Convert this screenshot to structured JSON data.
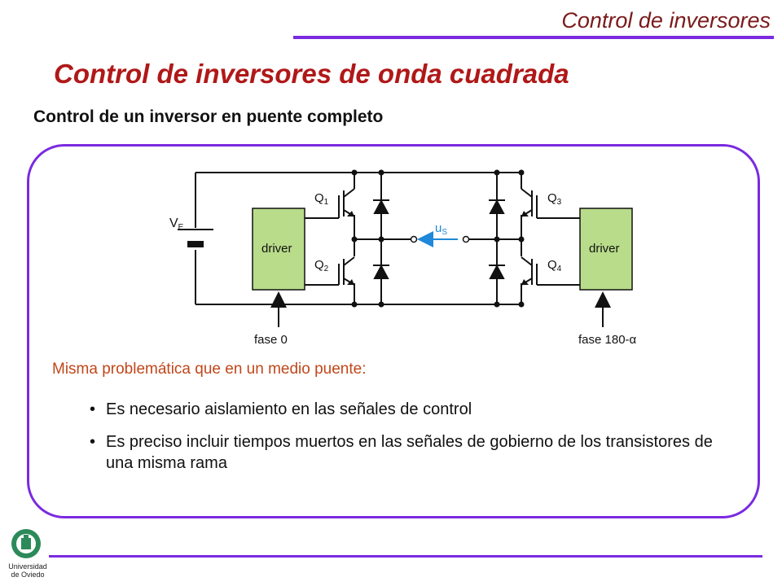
{
  "header": {
    "title": "Control de inversores"
  },
  "main_title": "Control de inversores de onda cuadrada",
  "subtitle": "Control de un inversor en puente completo",
  "circuit": {
    "source_label": "V",
    "source_sub": "E",
    "driver_left": "driver",
    "driver_right": "driver",
    "q1": "Q",
    "q1_sub": "1",
    "q2": "Q",
    "q2_sub": "2",
    "q3": "Q",
    "q3_sub": "3",
    "q4": "Q",
    "q4_sub": "4",
    "output_label": "u",
    "output_sub": "S",
    "phase_left": "fase 0",
    "phase_right": "fase 180-",
    "phase_right_symbol": "α"
  },
  "intro": "Misma problemática que en un medio puente:",
  "bullets": [
    "Es necesario aislamiento en las señales de control",
    "Es preciso incluir tiempos muertos en las señales de gobierno de los transistores de una misma rama"
  ],
  "bullet_symbol": "•",
  "logo": {
    "line1": "Universidad",
    "line2": "de Oviedo"
  },
  "colors": {
    "accent": "#7a2ae0",
    "title": "#b01818",
    "header": "#7b1a1a",
    "driver_fill": "#b9dc8a",
    "output_arrow": "#1f88d8",
    "intro": "#c0471a"
  }
}
